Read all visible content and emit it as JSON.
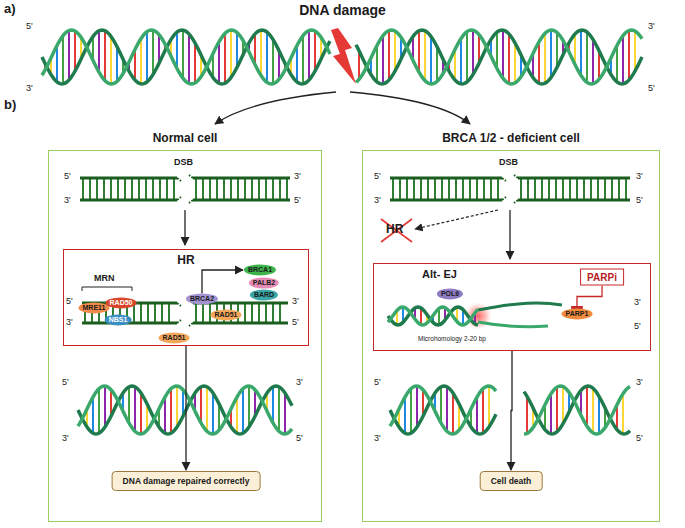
{
  "diagram": {
    "title": "DNA damage",
    "nodes": [
      {
        "text": [
          "Normal cell"
        ]
      },
      {
        "text": [
          "HR"
        ],
        "in": 0
      },
      {
        "text": [
          "MRE11"
        ],
        "in": 1
      },
      {
        "text": [
          "RAD50"
        ],
        "in": 1
      },
      {
        "text": [
          "NBS1"
        ],
        "in": 1
      },
      {
        "text": [
          "RAD51"
        ],
        "in": 1
      },
      {
        "text": [
          "BRCA2"
        ],
        "in": 1
      },
      {
        "text": [
          "RAD51"
        ],
        "in": 1
      },
      {
        "text": [
          "BRCA1"
        ],
        "in": 1
      },
      {
        "text": [
          "PALB2"
        ],
        "in": 1
      },
      {
        "text": [
          "BARD"
        ],
        "in": 1
      },
      {
        "text": [
          "DNA damage repaired correctly"
        ],
        "in": 0
      },
      {
        "text": [
          "BRCA 1/2 - deficient cell"
        ]
      },
      {
        "text": [
          "Alt- EJ"
        ],
        "in": 12
      },
      {
        "text": [
          "PARPi"
        ],
        "in": 13
      },
      {
        "text": [
          "POLθ"
        ],
        "in": 13
      },
      {
        "text": [
          "PARP1"
        ],
        "in": 13
      },
      {
        "text": [
          "Cell death"
        ],
        "in": 12
      }
    ],
    "edges": [
      {
        "from": 1,
        "to": 11,
        "arrow": "to"
      },
      {
        "from": 6,
        "to": 8,
        "arrow": "to"
      },
      {
        "from": 14,
        "to": 16,
        "arrow": "to"
      },
      {
        "from": 13,
        "to": 17,
        "arrow": "to"
      }
    ],
    "labels": [
      "a)",
      "b)",
      "5'",
      "3'",
      "3'",
      "5'",
      "DSB",
      "5'",
      "3'",
      "3'",
      "5'",
      "MRN",
      "5'",
      "3'",
      "3'",
      "5'",
      "5'",
      "3'",
      "3'",
      "5'",
      "DSB",
      "5'",
      "3'",
      "3'",
      "5'",
      "HR",
      "3'",
      "5'",
      "Microhomology 2-20 bp",
      "5'",
      "3'",
      "3'",
      "5'"
    ]
  }
}
